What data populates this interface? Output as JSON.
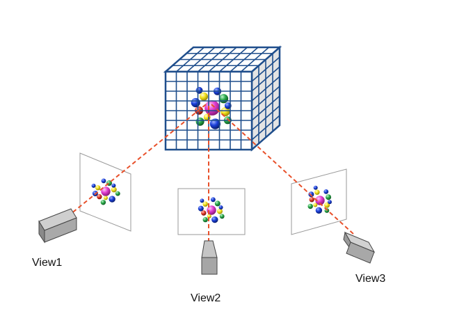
{
  "views": [
    {
      "label": "View1"
    },
    {
      "label": "View2"
    },
    {
      "label": "View3"
    }
  ],
  "colors": {
    "grid": "#1f4e8c",
    "grid_side": "#e6e6e6",
    "ray": "#e8502a",
    "camera": "#a8a8a8",
    "camera_dark": "#6e6e6e",
    "frame": "#9a9a9a",
    "atoms": [
      "#e03ccf",
      "#1a3fd8",
      "#f3e21c",
      "#2aa84a",
      "#e23a2a",
      "#ff66d9"
    ]
  }
}
